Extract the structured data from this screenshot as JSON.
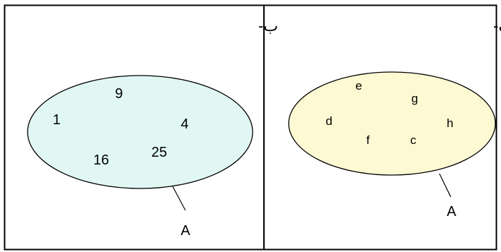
{
  "colors": {
    "border": "#000000",
    "ellipse_left_fill": "#e0f7f3",
    "ellipse_right_fill": "#fdf9d3",
    "text": "#000000"
  },
  "panels": {
    "left": {
      "label": "ب-",
      "elements": [
        "9",
        "1",
        "4",
        "16",
        "25"
      ],
      "set_label": "A"
    },
    "right": {
      "label": "الف-",
      "elements": [
        "e",
        "g",
        "d",
        "h",
        "f",
        "c"
      ],
      "set_label": "A"
    }
  }
}
